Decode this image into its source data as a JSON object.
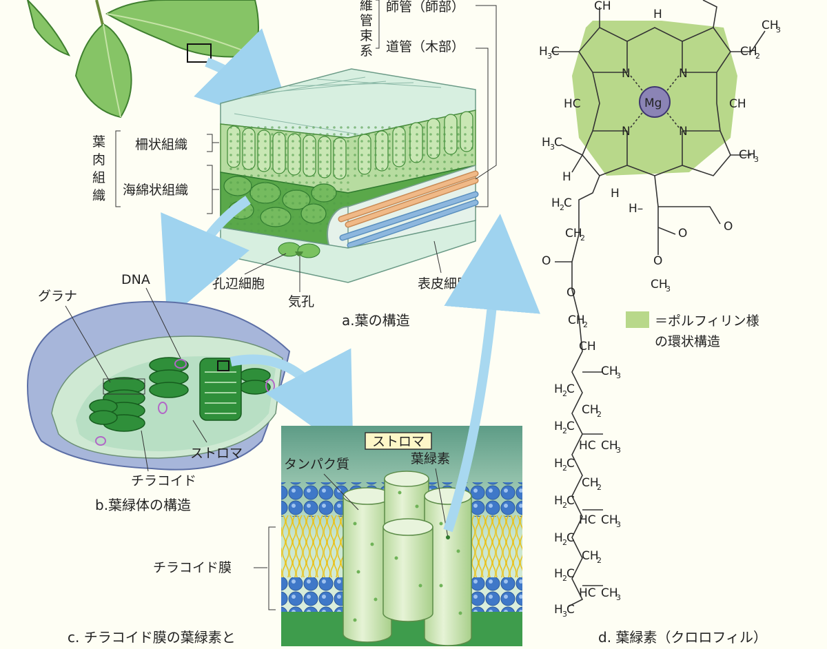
{
  "colors": {
    "leaf": "#7cc15c",
    "leaf_dark": "#3c8e3c",
    "chloroplast": "#2f8f3a",
    "envelope": "#a7b6da",
    "porphyrin": "#b8d88a",
    "lipid_head": "#3f78c8",
    "lipid_tail": "#f0d23a",
    "protein": "#d5ecc0",
    "phloem": "#f0b987",
    "xylem": "#8db7de",
    "arrow": "#a8d8f0"
  },
  "icons": {
    "magnesium": "magnesium-atom-icon"
  },
  "panel_a": {
    "caption": "a.葉の構造",
    "vascular_group": [
      "維",
      "管",
      "束",
      "系"
    ],
    "phloem": "師管（師部）",
    "xylem": "道管（木部）",
    "mesophyll_group": [
      "葉",
      "肉",
      "組",
      "織"
    ],
    "palisade": "柵状組織",
    "spongy": "海綿状組織",
    "guard_cell": "孔辺細胞",
    "stoma": "気孔",
    "epidermis": "表皮細胞"
  },
  "panel_b": {
    "caption": "b.葉緑体の構造",
    "dna": "DNA",
    "grana": "グラナ",
    "stroma": "ストロマ",
    "thylakoid": "チラコイド"
  },
  "panel_c": {
    "caption": "c. チラコイド膜の葉緑素と",
    "stroma_box": "ストロマ",
    "protein": "タンパク質",
    "chlorophyll": "葉緑素",
    "membrane": "チラコイド膜"
  },
  "panel_d": {
    "caption": "d. 葉緑素（クロロフィル）",
    "legend_line1": "＝ポルフィリン様",
    "legend_line2": "の環状構造",
    "metal": "Mg",
    "atoms": {
      "C": "C",
      "H": "H",
      "N": "N",
      "O": "O",
      "CH": "CH",
      "HC": "HC",
      "CH3": "CH",
      "H3C": "H",
      "CH2": "CH",
      "H2C": "H",
      "three": "3",
      "two": "2",
      "O_double": "O",
      "H_minus": "H–",
      "O_single": "O"
    }
  }
}
